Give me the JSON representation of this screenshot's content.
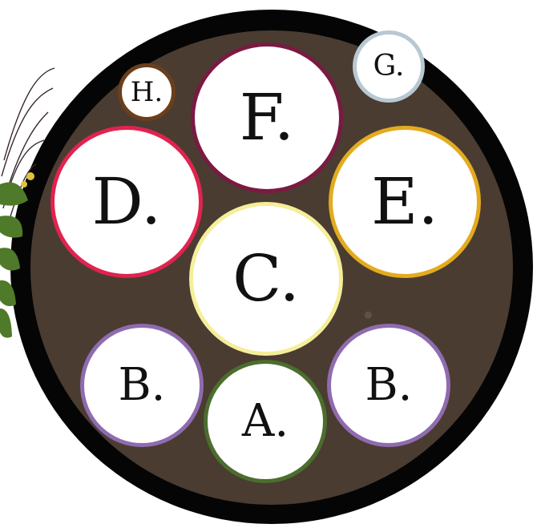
{
  "beds": [
    {
      "key": "H",
      "label": "H.",
      "color": "#6b3f1c"
    },
    {
      "key": "F",
      "label": "F.",
      "color": "#7a1a42"
    },
    {
      "key": "G",
      "label": "G.",
      "color": "#b8c8d3"
    },
    {
      "key": "D",
      "label": "D.",
      "color": "#e0234f"
    },
    {
      "key": "E",
      "label": "E.",
      "color": "#e3ab1e"
    },
    {
      "key": "C",
      "label": "C.",
      "color": "#f5ee9a"
    },
    {
      "key": "B1",
      "label": "B.",
      "color": "#8f6bb0"
    },
    {
      "key": "B2",
      "label": "B.",
      "color": "#8f6bb0"
    },
    {
      "key": "A",
      "label": "A.",
      "color": "#4b6e2e"
    }
  ],
  "colors": {
    "ring": "#050505",
    "soil": "#4a3c31",
    "plant": "#4f7a2a"
  }
}
